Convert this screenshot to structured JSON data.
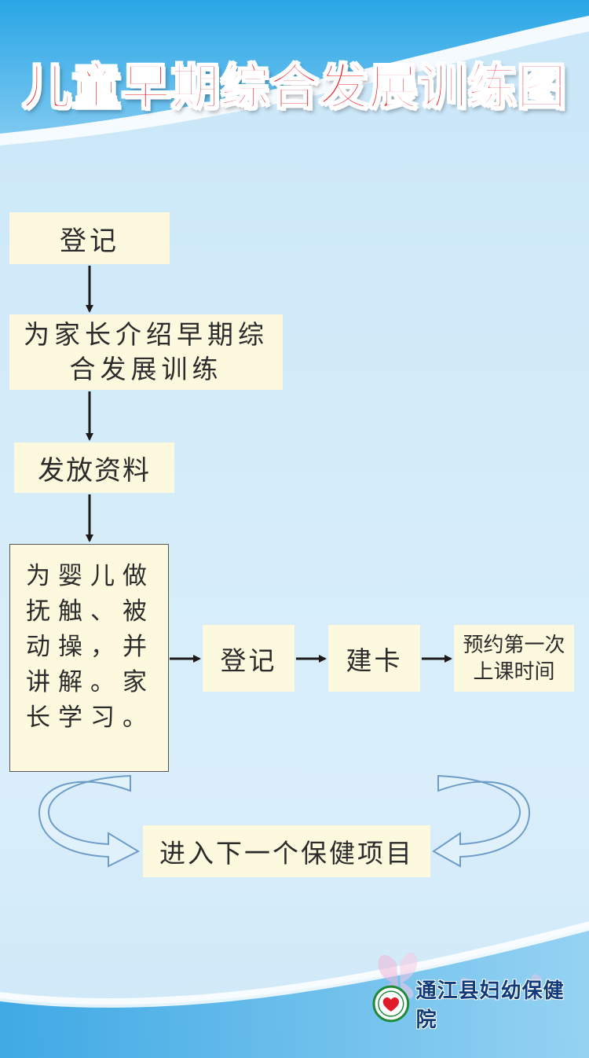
{
  "title": "儿童早期综合发展训练图",
  "steps": {
    "register": "登记",
    "introduce": "为家长介绍早期综合发展训练",
    "materials": "发放资料",
    "infant_care": "为婴儿做抚触、被动操，并讲解。家长学习。",
    "register_again": "登记",
    "build_card": "建卡",
    "appointment": "预约第一次上课时间",
    "next_item": "进入下一个保健项目"
  },
  "organization": {
    "name": "通江县妇幼保健院",
    "logo_icon": "heart-logo-icon"
  },
  "colors": {
    "title": "#e8141e",
    "box_fill": "#fdf9df",
    "arrow": "#1e1a1a",
    "background": "#d4ecf9"
  }
}
